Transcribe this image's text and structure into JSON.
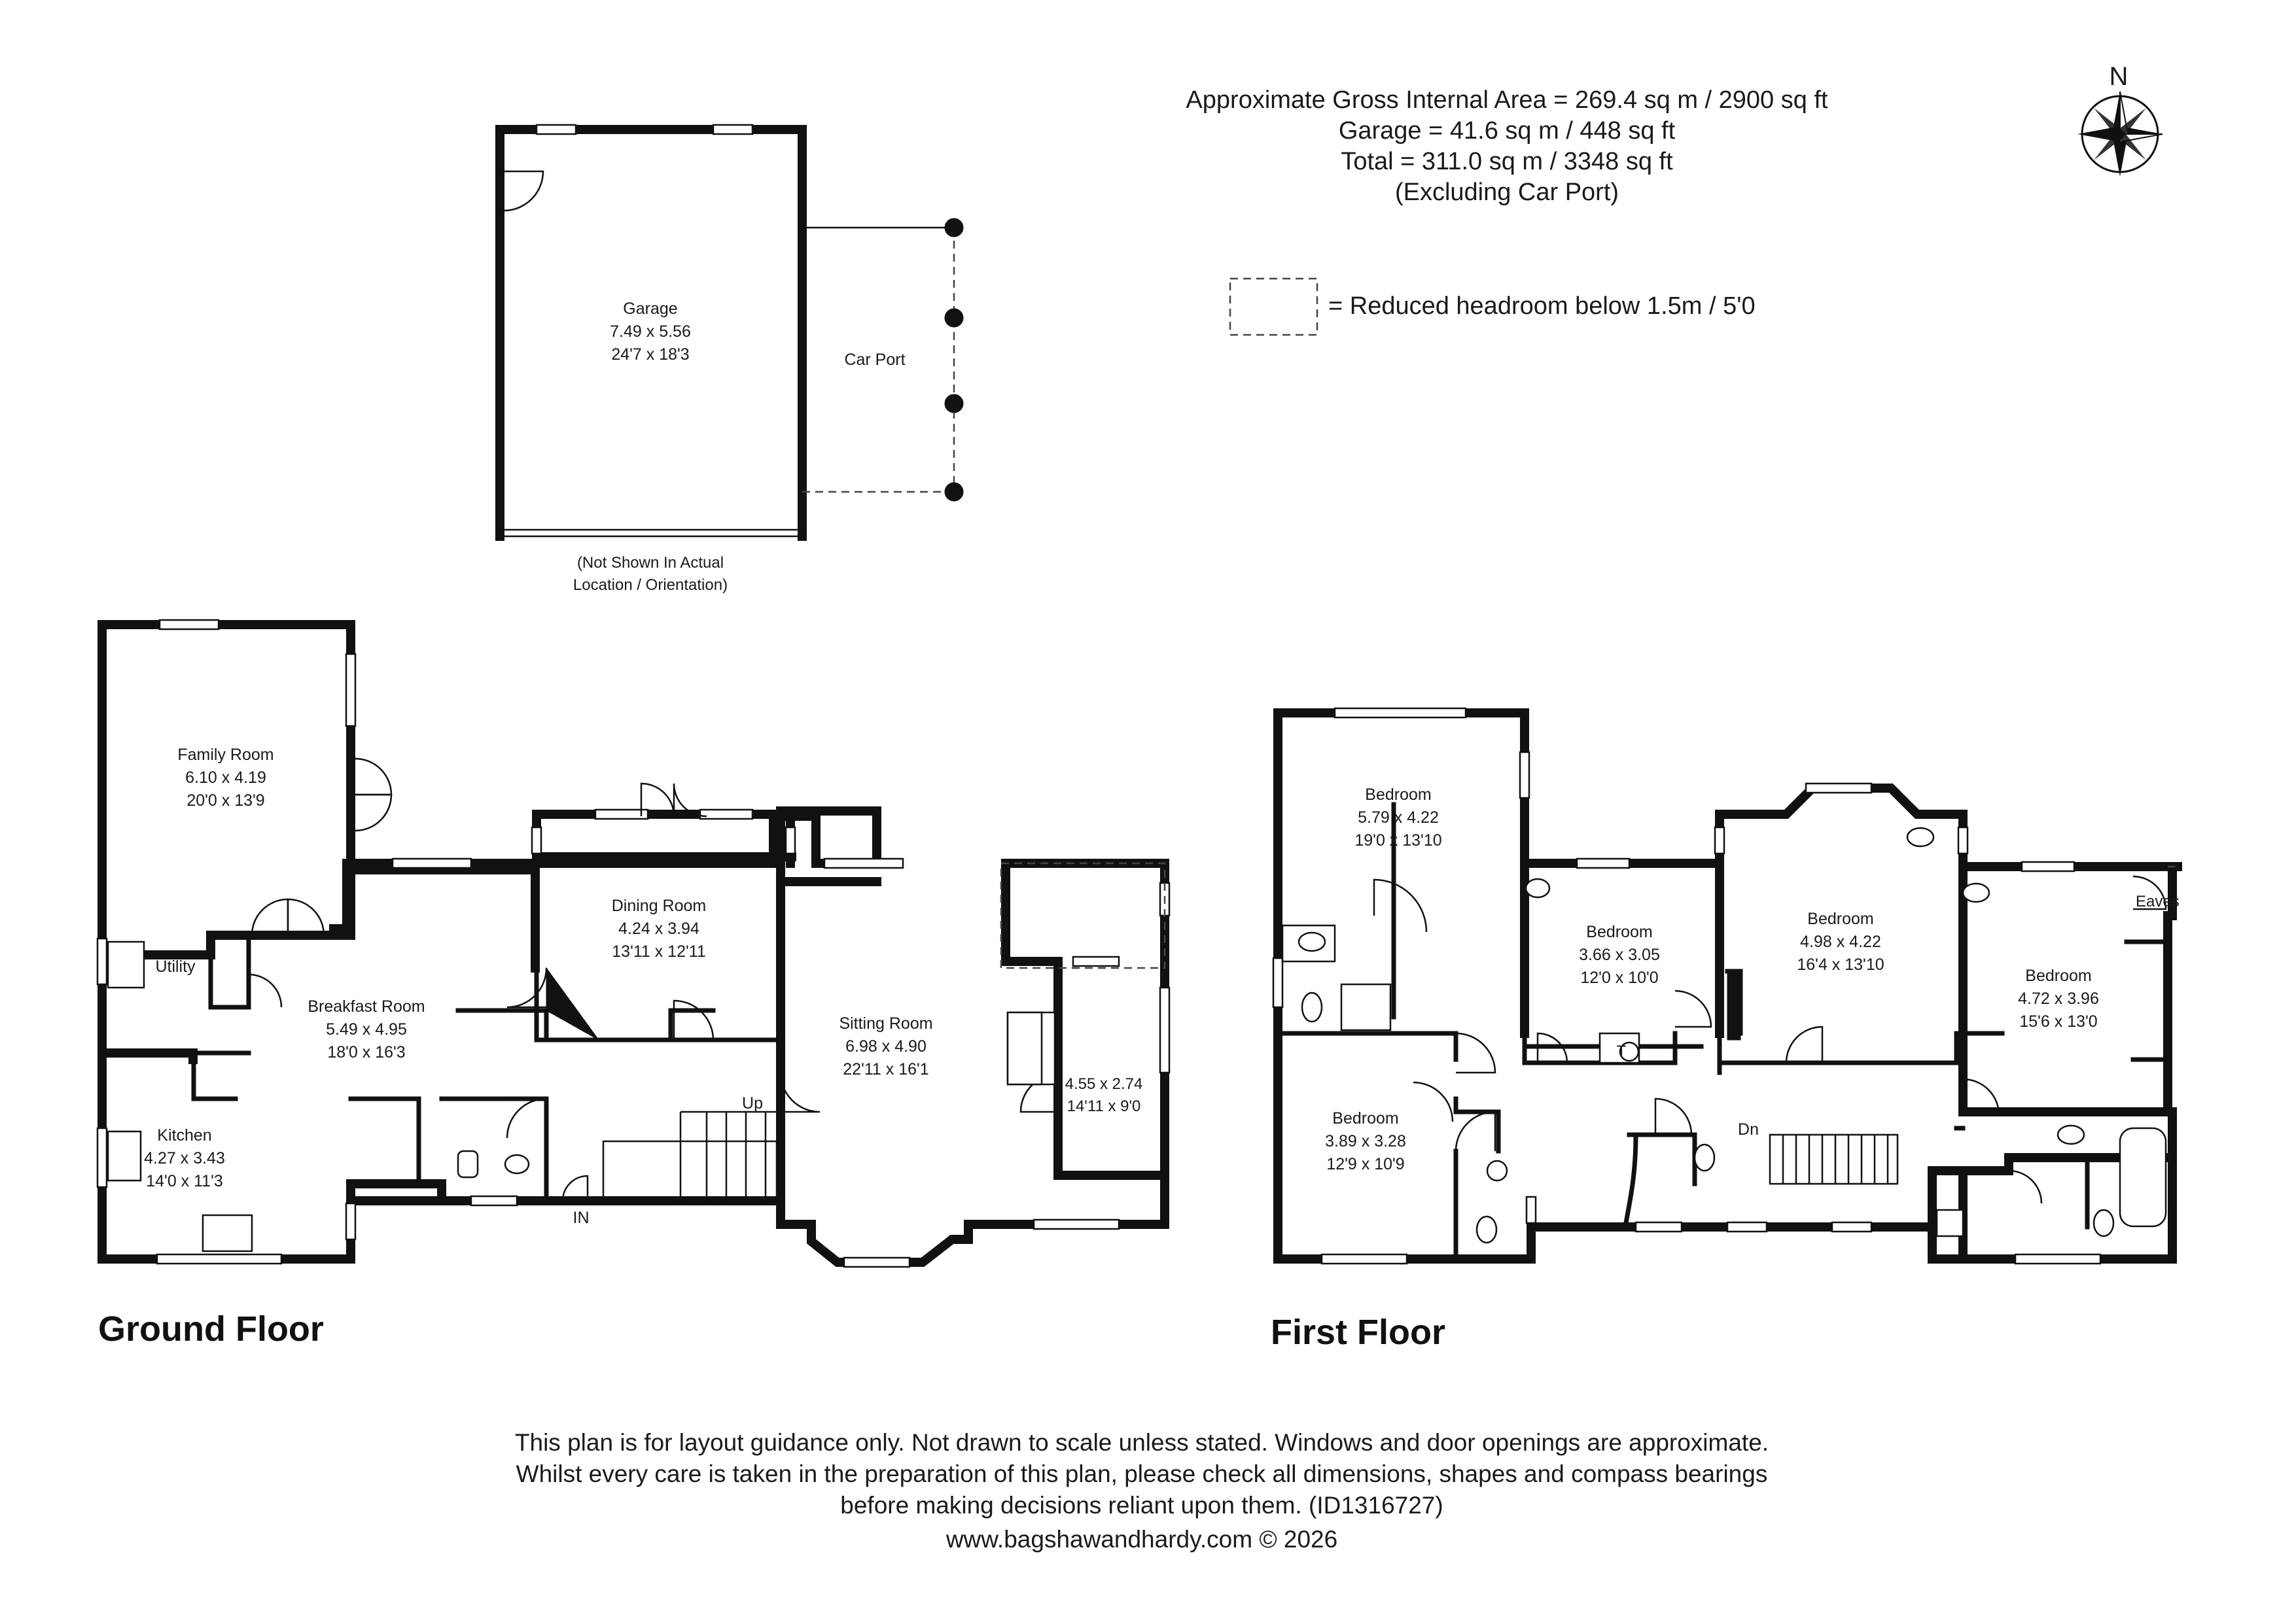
{
  "areas": {
    "gross_internal": "Approximate Gross Internal Area = 269.4 sq m / 2900 sq ft",
    "garage": "Garage = 41.6 sq m / 448 sq ft",
    "total": "Total = 311.0 sq m / 3348 sq ft",
    "excluding": "(Excluding Car Port)"
  },
  "legend": {
    "reduced_headroom": "= Reduced headroom below 1.5m / 5'0"
  },
  "compass": {
    "north_label": "N"
  },
  "garage_block": {
    "name": "Garage",
    "metric": "7.49 x 5.56",
    "imperial": "24'7 x 18'3",
    "carport": "Car Port",
    "note_line1": "(Not Shown In Actual",
    "note_line2": "Location / Orientation)"
  },
  "ground_floor": {
    "title": "Ground Floor",
    "family_room": {
      "name": "Family Room",
      "metric": "6.10 x 4.19",
      "imperial": "20'0 x 13'9"
    },
    "utility": {
      "name": "Utility"
    },
    "breakfast_room": {
      "name": "Breakfast Room",
      "metric": "5.49 x 4.95",
      "imperial": "18'0 x 16'3"
    },
    "kitchen": {
      "name": "Kitchen",
      "metric": "4.27 x 3.43",
      "imperial": "14'0 x 11'3"
    },
    "dining_room": {
      "name": "Dining Room",
      "metric": "4.24 x 3.94",
      "imperial": "13'11 x 12'11"
    },
    "sitting_room": {
      "name": "Sitting Room",
      "metric": "6.98 x 4.90",
      "imperial": "22'11 x 16'1"
    },
    "side_room": {
      "metric": "4.55 x 2.74",
      "imperial": "14'11 x 9'0"
    },
    "stairs_up": "Up",
    "entrance": "IN"
  },
  "first_floor": {
    "title": "First Floor",
    "bedroom_1": {
      "name": "Bedroom",
      "metric": "5.79 x 4.22",
      "imperial": "19'0 x 13'10"
    },
    "bedroom_2": {
      "name": "Bedroom",
      "metric": "3.66 x 3.05",
      "imperial": "12'0 x 10'0"
    },
    "bedroom_3": {
      "name": "Bedroom",
      "metric": "4.98 x 4.22",
      "imperial": "16'4 x 13'10"
    },
    "bedroom_4": {
      "name": "Bedroom",
      "metric": "4.72 x 3.96",
      "imperial": "15'6 x 13'0"
    },
    "bedroom_5": {
      "name": "Bedroom",
      "metric": "3.89 x 3.28",
      "imperial": "12'9 x 10'9"
    },
    "eaves": "Eaves",
    "stairs_down": "Dn",
    "tank": "T"
  },
  "disclaimer": {
    "line1": "This plan is for layout guidance only. Not drawn to scale unless stated. Windows and door openings are approximate.",
    "line2": "Whilst every care is taken in the preparation of this plan, please check all dimensions, shapes and compass bearings",
    "line3": "before making decisions reliant upon them. (ID1316727)",
    "line4": "www.bagshawandhardy.com © 2026"
  }
}
